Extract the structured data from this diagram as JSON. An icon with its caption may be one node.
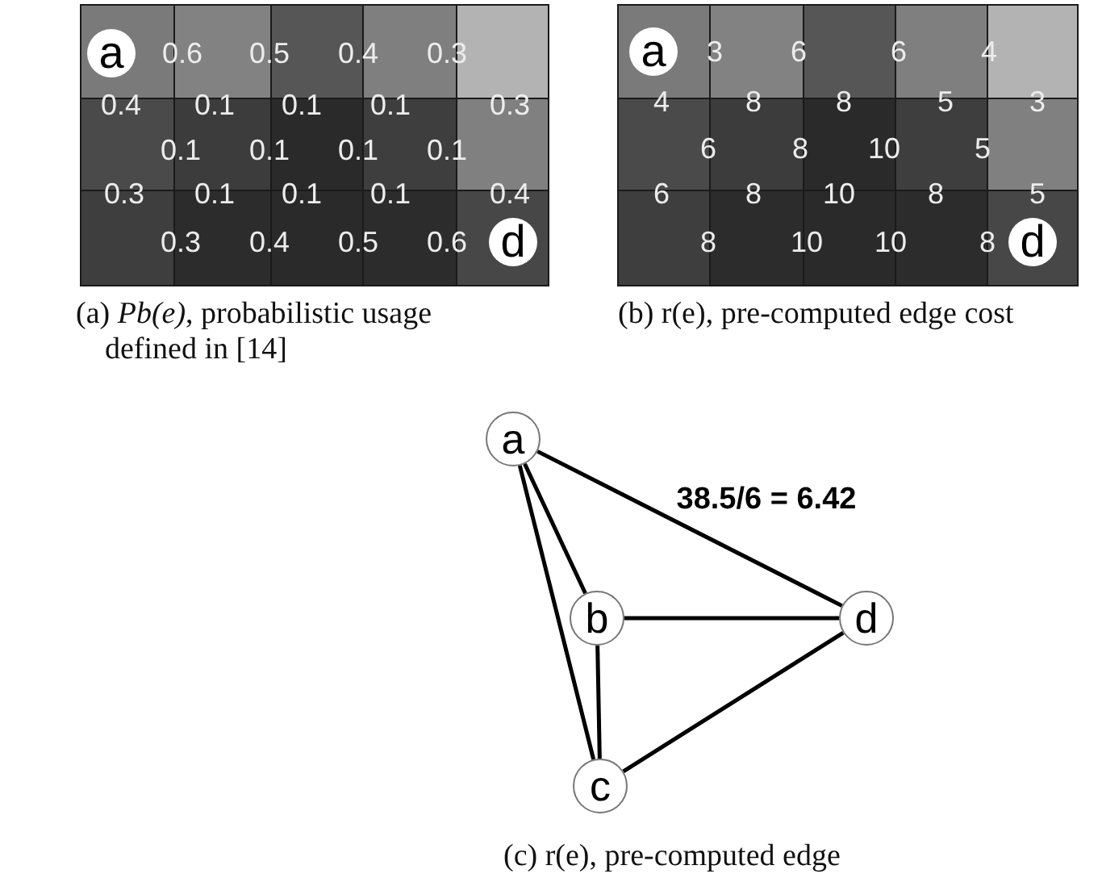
{
  "diagram": {
    "nodes": [
      {
        "text": [
          "a"
        ]
      },
      {
        "text": [
          "d"
        ]
      },
      {
        "text": [
          "a"
        ]
      },
      {
        "text": [
          "d"
        ]
      },
      {
        "text": [
          "a"
        ]
      },
      {
        "text": [
          "b"
        ]
      },
      {
        "text": [
          "d"
        ]
      },
      {
        "text": [
          "c"
        ]
      }
    ],
    "edges": [
      {
        "from": 4,
        "to": 5,
        "arrow": "none"
      },
      {
        "from": 4,
        "to": 7,
        "arrow": "none"
      },
      {
        "from": 4,
        "to": 6,
        "arrow": "none",
        "label": "38.5/6 = 6.42"
      },
      {
        "from": 5,
        "to": 6,
        "arrow": "none"
      },
      {
        "from": 5,
        "to": 7,
        "arrow": "none"
      },
      {
        "from": 7,
        "to": 6,
        "arrow": "none"
      }
    ],
    "labels": [
      "0.6",
      "0.5",
      "0.4",
      "0.3",
      "0.4",
      "0.1",
      "0.1",
      "0.1",
      "0.3",
      "0.1",
      "0.1",
      "0.1",
      "0.1",
      "0.3",
      "0.1",
      "0.1",
      "0.1",
      "0.4",
      "0.3",
      "0.4",
      "0.5",
      "0.6",
      "(a) *Pb(e)*, probabilistic usage defined in [14]",
      "3",
      "6",
      "6",
      "4",
      "4",
      "8",
      "8",
      "5",
      "3",
      "6",
      "8",
      "10",
      "5",
      "6",
      "8",
      "10",
      "8",
      "5",
      "8",
      "10",
      "10",
      "8",
      "(b) r(e), pre-computed edge cost",
      "(c) r(e), pre-computed edge"
    ]
  }
}
